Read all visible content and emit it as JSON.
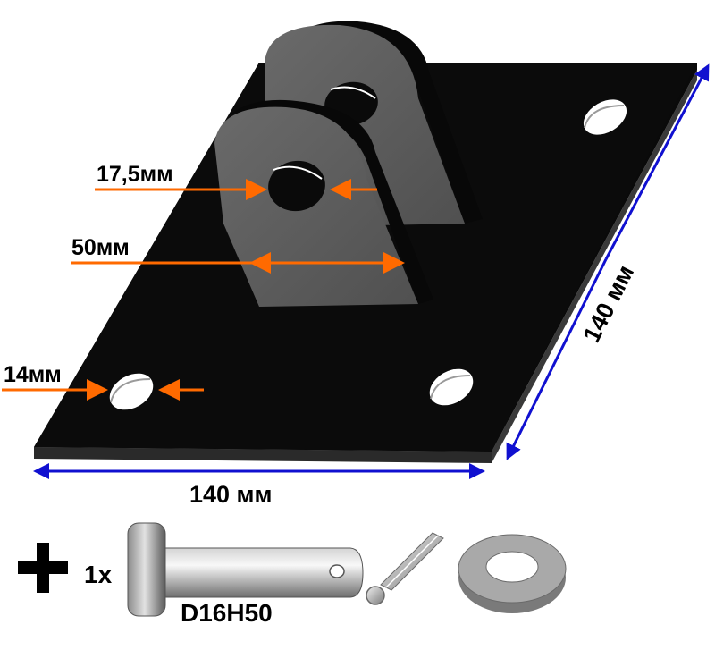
{
  "labels": {
    "pin_hole": "17,5мм",
    "lug_width": "50мм",
    "mount_hole": "14мм",
    "width": "140 мм",
    "depth": "140 мм",
    "quantity": "1x",
    "pin_code": "D16H50"
  },
  "colors": {
    "plate": "#0a0a0a",
    "lug": "#5c5c5c",
    "dimension_arrow": "#ff6a00",
    "size_arrow": "#1010d0"
  },
  "icons": {
    "plus": "plus-icon",
    "pin": "clevis-pin",
    "cotter": "cotter-pin",
    "washer": "washer"
  }
}
